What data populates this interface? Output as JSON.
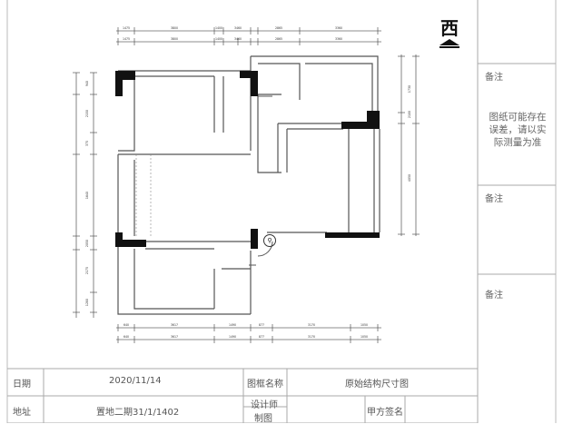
{
  "compass": {
    "glyph": "西"
  },
  "notes": {
    "label1": "备注",
    "text1": "图纸可能存在误差，请以实际测量为准",
    "label2": "备注",
    "label3": "备注"
  },
  "title_block": {
    "date_label": "日期",
    "date_value": "2020/11/14",
    "frame_name_label": "图框名称",
    "drawing_title": "原始结构尺寸图",
    "address_label": "地址",
    "address_value": "置地二期31/1/1402",
    "designer_label": "设计师",
    "drafter_label": "制图",
    "client_sign_label": "甲方签名"
  },
  "dimensions": {
    "top_row1": [
      "1475",
      "3800",
      "1400",
      "3460",
      "2865",
      "3360"
    ],
    "top_row2": [
      "1475",
      "3800",
      "1400",
      "3460",
      "2865",
      "3360"
    ],
    "bottom_row1": [
      "640",
      "3617",
      "1490",
      "877",
      "3170",
      "1050"
    ],
    "bottom_row2": [
      "640",
      "3617",
      "1490",
      "877",
      "3170",
      "1050"
    ],
    "left": [
      "940",
      "2150",
      "375",
      "1640",
      "2050",
      "2175",
      "1280"
    ],
    "right": [
      "1730",
      "2100",
      "4050"
    ]
  }
}
